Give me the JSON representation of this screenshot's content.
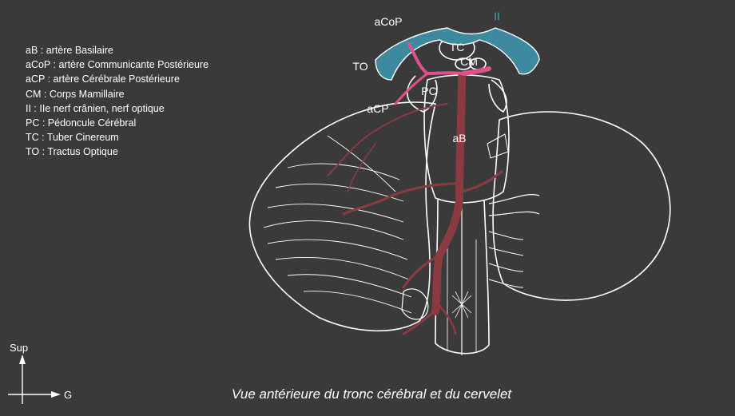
{
  "legend": {
    "items": [
      "aB : artère Basilaire",
      "aCoP : artère Communicante Postérieure",
      "aCP : artère Cérébrale Postérieure",
      "CM : Corps Mamillaire",
      "II : IIe nerf crânien, nerf optique",
      "PC : Pédoncule Cérébral",
      "TC : Tuber Cinereum",
      "TO : Tractus Optique"
    ]
  },
  "labels": {
    "acop": "aCoP",
    "nerve_ii": "II",
    "to": "TO",
    "tc": "TC",
    "cm": "CM",
    "pc": "PC",
    "acp": "aCP",
    "ab": "aB"
  },
  "orientation": {
    "sup": "Sup",
    "g": "G"
  },
  "caption": "Vue antérieure du tronc cérébral et du cervelet",
  "colors": {
    "background": "#3a3a3a",
    "outline": "#ffffff",
    "artery": "#8b3a42",
    "communicating_artery": "#e0508a",
    "optic": "#3d8aa0",
    "nerve_label": "#4aa3c4"
  }
}
